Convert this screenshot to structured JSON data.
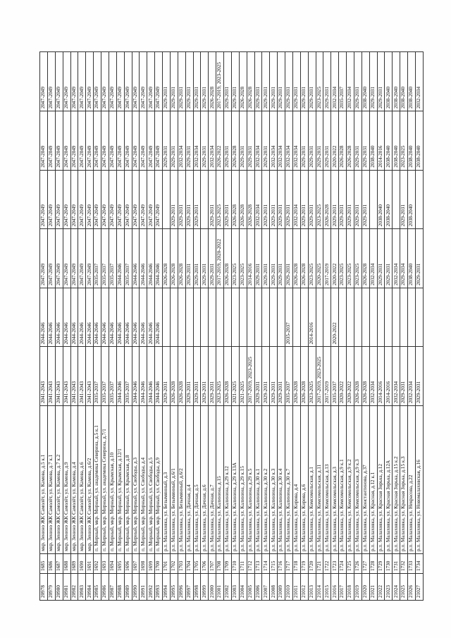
{
  "table": {
    "rows": [
      [
        "20978",
        "1685",
        "мкр. Зенино ЖК Самолёт, ул. Камова, д.5 к.1",
        "2041-2043",
        "2044-2046",
        "2047-2049",
        "2047-2049",
        "2047-2049",
        "2047-2049"
      ],
      [
        "20979",
        "1686",
        "мкр. Зенино ЖК Самолёт, ул. Камова, д.7 к.1",
        "2041-2043",
        "2044-2046",
        "2047-2049",
        "2047-2049",
        "2047-2049",
        "2047-2049"
      ],
      [
        "20980",
        "1687",
        "мкр. Зенино ЖК Самолёт, ул. Камова, д.7 к.2",
        "2041-2043",
        "2044-2046",
        "2047-2049",
        "2047-2049",
        "2047-2049",
        "2047-2049"
      ],
      [
        "20981",
        "1688",
        "мкр. Зенино ЖК Самолёт, ул. Камова, д.9",
        "2041-2043",
        "2044-2046",
        "2047-2049",
        "2047-2049",
        "2047-2049",
        "2047-2049"
      ],
      [
        "20982",
        "1689",
        "мкр. Зенино ЖК Самолёт, ул. Камова, д.4",
        "2041-2043",
        "2044-2046",
        "2047-2049",
        "2047-2049",
        "2047-2049",
        "2047-2049"
      ],
      [
        "20983",
        "1690",
        "мкр. Зенино ЖК Самолёт, ул. Камова, д.6",
        "2041-2043",
        "2044-2046",
        "2047-2049",
        "2047-2049",
        "2047-2049",
        "2047-2049"
      ],
      [
        "20984",
        "1691",
        "мкр. Зенино ЖК Самолёт, ул. Камова, д.6/2",
        "2041-2043",
        "2044-2046",
        "2047-2049",
        "2047-2049",
        "2047-2049",
        "2047-2049"
      ],
      [
        "20985",
        "1692",
        "п. Мирный, мкр. Мирный, ул. академика Северина, д.5 к.1",
        "2035-2037",
        "2044-2046",
        "2035-2037",
        "2047-2049",
        "2047-2049",
        "2047-2049"
      ],
      [
        "20986",
        "1693",
        "п. Мирный, мкр. Мирный, ул. академика Северина, д.7/1",
        "2035-2037",
        "2044-2046",
        "2035-2037",
        "2047-2049",
        "2047-2049",
        "2047-2049"
      ],
      [
        "20987",
        "1694",
        "п. Мирный, мкр. Мирный, ул. Крымская, д.10",
        "2035-2037",
        "2044-2046",
        "2035-2037",
        "2047-2049",
        "2047-2049",
        "2047-2049"
      ],
      [
        "20988",
        "1695",
        "п. Мирный, мкр. Мирный, ул. Крымская, д.12/1",
        "2044-2046",
        "2044-2046",
        "2044-2046",
        "2047-2049",
        "2047-2049",
        "2047-2049"
      ],
      [
        "20989",
        "1696",
        "п. Мирный, мкр. Мирный, ул. Крымская, д.8",
        "2035-2037",
        "2044-2046",
        "2035-2037",
        "2047-2049",
        "2047-2049",
        "2047-2049"
      ],
      [
        "20990",
        "1697",
        "п. Мирный, мкр. Мирный, ул. Свободы, д.3",
        "2044-2046",
        "2044-2046",
        "2044-2046",
        "2047-2049",
        "2047-2049",
        "2047-2049"
      ],
      [
        "20991",
        "1698",
        "п. Мирный, мкр. Мирный, ул. Свободы, д.4",
        "2044-2046",
        "2044-2046",
        "2044-2046",
        "2047-2049",
        "2047-2049",
        "2047-2049"
      ],
      [
        "20992",
        "1699",
        "п. Мирный, мкр. Мирный, ул. Свободы, д.5",
        "2044-2046",
        "2044-2046",
        "2044-2046",
        "2047-2049",
        "2047-2049",
        "2047-2049"
      ],
      [
        "20993",
        "1700",
        "п. Мирный, мкр. Мирный, ул. Свободы, д.9",
        "2044-2046",
        "2044-2046",
        "2044-2046",
        "2047-2049",
        "2047-2049",
        "2047-2049"
      ],
      [
        "20994",
        "1701",
        "р.п. Малаховка, ул. Безымянный, д.3",
        "2029-2031",
        "",
        "2026-2028",
        "",
        "2029-2031",
        "2029-2031"
      ],
      [
        "20995",
        "1702",
        "р.п. Малаховка, ул. Безымянный, д.6/1",
        "2026-2028",
        "",
        "2026-2028",
        "2029-2031",
        "2029-2031",
        "2029-2031"
      ],
      [
        "20996",
        "1703",
        "р.п. Малаховка, ул. Безымянный, д.6/2",
        "2026-2028",
        "",
        "2026-2028",
        "2029-2031",
        "2032-2034",
        "2029-2031"
      ],
      [
        "20997",
        "1704",
        "р.п. Малаховка, ул. Дачная, д.4",
        "2029-2031",
        "",
        "2029-2031",
        "2029-2031",
        "2029-2031",
        "2029-2031"
      ],
      [
        "20998",
        "1705",
        "р.п. Малаховка, ул. Дачная, д.5",
        "2029-2031",
        "",
        "2029-2031",
        "2029-2031",
        "2032-2034",
        "2029-2031"
      ],
      [
        "20999",
        "1706",
        "р.п. Малаховка, ул. Дачная, д.6",
        "2029-2031",
        "",
        "2029-2031",
        "",
        "2029-2031",
        "2029-2031"
      ],
      [
        "21000",
        "1707",
        "р.п. Малаховка, ул. Дачная, д.7",
        "2029-2031",
        "",
        "2029-2031",
        "2029-2031",
        "2032-2034",
        "2026-2028"
      ],
      [
        "21001",
        "1708",
        "р.п. Малаховка, ул. Калинина, д.15",
        "2023-2025",
        "",
        "2017-2019, 2020-2022",
        "2023-2025",
        "2026-2022",
        "2017-2019, 2023-2025"
      ],
      [
        "21002",
        "1709",
        "р.п. Малаховка, ул. Калинина, д.29 к.12",
        "2026-2028",
        "",
        "2026-2028",
        "2029-2031",
        "2029-2031",
        "2029-2031"
      ],
      [
        "21003",
        "1710",
        "р.п. Малаховка, ул. Калинина, д.29 к.13А",
        "2021-2025",
        "",
        "2023-2025",
        "2026-2028",
        "2026-2028",
        "2029-2031"
      ],
      [
        "21004",
        "1711",
        "р.п. Малаховка, ул. Калинина, д.29 к.15",
        "2021-2025",
        "",
        "2023-2025",
        "2026-2028",
        "2029-2031",
        "2026-2028"
      ],
      [
        "21005",
        "1712",
        "р.п. Малаховка, ул. Калинина, д.29 к.5",
        "2017-2019, 2023-2025",
        "",
        "2014-2016",
        "2026-2028",
        "2029-2031",
        "2026-2028"
      ],
      [
        "21006",
        "1713",
        "р.п. Малаховка, ул. Калинина, д.30 к.1",
        "2029-2031",
        "",
        "2029-2031",
        "2032-2034",
        "2032-2034",
        "2029-2031"
      ],
      [
        "21007",
        "1714",
        "р.п. Малаховка, ул. Калинина, д.30 к.2",
        "2029-2031",
        "",
        "2029-2031",
        "2029-2031",
        "2029-2031",
        "2029-2031"
      ],
      [
        "21008",
        "1715",
        "р.п. Малаховка, ул. Калинина, д.30 к.3",
        "2029-2031",
        "",
        "2029-2031",
        "2029-2031",
        "2032-2034",
        "2029-2031"
      ],
      [
        "21009",
        "1716",
        "р.п. Малаховка, ул. Калинина, д.30 к.4",
        "2029-2031",
        "",
        "2029-2031",
        "2029-2031",
        "2032-2034",
        "2029-2031"
      ],
      [
        "21010",
        "1717",
        "р.п. Малаховка, ул. Калинина, д.30 к.7",
        "2035-2037",
        "2035-2037",
        "2029-2031",
        "2029-2031",
        "2032-2034",
        "2029-2031"
      ],
      [
        "21011",
        "1718",
        "р.п. Малаховка, ул. Кирова, д.4",
        "2026-2028",
        "",
        "2026-2028",
        "2032-2034",
        "2032-2034",
        "2029-2031"
      ],
      [
        "21012",
        "1719",
        "р.п. Малаховка, ул. Кирова, д.6",
        "2026-2028",
        "",
        "2026-2028",
        "2029-2031",
        "2029-2031",
        "2029-2031"
      ],
      [
        "21013",
        "1720",
        "р.п. Малаховка, ул. Комсомольская, д.1",
        "2023-2025",
        "2014-2016",
        "2023-2025",
        "2029-2031",
        "2029-2031",
        "2029-2031"
      ],
      [
        "21014",
        "1721",
        "р.п. Малаховка, ул. Комсомольская, д.11",
        "2017-2019, 2023-2025",
        "",
        "2020-2025",
        "2023-2025",
        "2029-2031",
        "2023-2025"
      ],
      [
        "21015",
        "1722",
        "р.п. Малаховка, ул. Комсомольская, д.13",
        "2017-2019",
        "",
        "2017-2019",
        "2026-2028",
        "2029-2031",
        "2029-2031"
      ],
      [
        "21016",
        "1723",
        "р.п. Малаховка, ул. Комсомольская, д.3",
        "2035-2037",
        "2020-2022",
        "2020-2022",
        "2029-2031",
        "2020-2022",
        "2032-2034"
      ],
      [
        "21017",
        "1724",
        "р.п. Малаховка, ул. Комсомольская, д.9 к.1",
        "2020-2022",
        "",
        "2023-2025",
        "2029-2031",
        "2026-2028",
        "2035-2037"
      ],
      [
        "21018",
        "1725",
        "р.п. Малаховка, ул. Комсомольская, д.9 к.2",
        "2020-2022",
        "",
        "2023-2025",
        "2029-2031",
        "2026-2028",
        "2032-2034"
      ],
      [
        "21019",
        "1726",
        "р.п. Малаховка, ул. Комсомольская, д.9 к.3",
        "2026-2028",
        "",
        "2023-2025",
        "2029-2031",
        "2029-2031",
        "2029-2031"
      ],
      [
        "21020",
        "1727",
        "р.п. Малаховка, ул. Константинова, д.37",
        "2026-2028",
        "",
        "2026-2028",
        "2029-2031",
        "2029-2031",
        "2038-2040"
      ],
      [
        "21021",
        "1728",
        "р.п. Малаховка, ул. Красная, д.12 к.1",
        "2032-2034",
        "",
        "2032-2034",
        "",
        "2038-2040",
        "2029-2031"
      ],
      [
        "21022",
        "1729",
        "р.п. Малаховка, ул. Красная Зорька, д.12",
        "2014-2016",
        "",
        "2029-2031",
        "2038-2040",
        "2014-2016",
        "2029-2031"
      ],
      [
        "21023",
        "1730",
        "р.п. Малаховка, ул. Красная Зорька, д.12А",
        "2014-2016",
        "",
        "2029-2031",
        "2038-2040",
        "2038-2040",
        "2038-2040"
      ],
      [
        "21024",
        "1731",
        "р.п. Малаховка, ул. Красная Зорька, д.15 к.2",
        "2032-2034",
        "",
        "2032-2034",
        "",
        "2038-2040",
        "2038-2040"
      ],
      [
        "21025",
        "1732",
        "р.п. Малаховка, ул. Красная Зорька, д.15 к.3",
        "2029-2031",
        "",
        "2029-2034",
        "2029-2031",
        "2023-2025",
        "2038-2040"
      ],
      [
        "21026",
        "1733",
        "р.п. Малаховка, ул. Некрасова, д.22",
        "2032-2034",
        "",
        "2038-2040",
        "2038-2040",
        "2038-2040",
        "2038-2040"
      ],
      [
        "21027",
        "1734",
        "р.п. Малаховка, ул. Новомалаховская, д.16",
        "2029-2031",
        "",
        "2029-2031",
        "",
        "2038-2040",
        "2032-2034"
      ]
    ]
  }
}
